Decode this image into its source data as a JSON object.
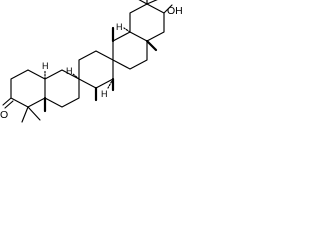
{
  "molecule": {
    "atoms": {
      "carbonyl_oxygen": "O",
      "hydroxyl_group": "OH",
      "stereo_h_ring_ab": "H",
      "stereo_h_ring_bc": "H",
      "stereo_h_ring_cd": "H",
      "stereo_h_ring_de": "H"
    }
  },
  "colors": {
    "bond": "#000000",
    "background": "#ffffff"
  }
}
